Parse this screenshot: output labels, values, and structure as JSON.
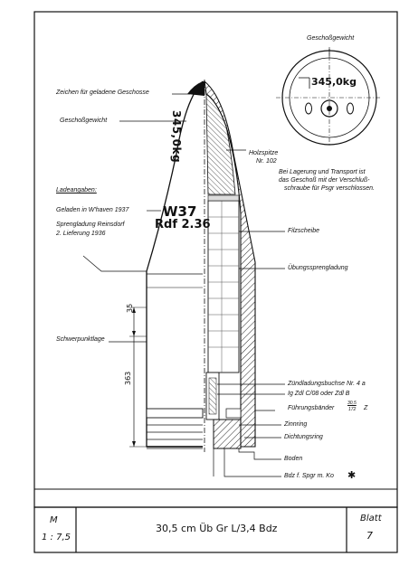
{
  "drawing": {
    "labels": {
      "zeichen": "Zeichen für geladene Geschosse",
      "geschossgewicht_left": "Geschoßgewicht",
      "ladeangaben_title": "Ladeangaben:",
      "geladen": "Geladen in W'haven 1937",
      "sprengladung_1": "Sprengladung Reinsdorf",
      "sprengladung_2": "2. Lieferung 1936",
      "schwerpunkt": "Schwerpunktlage",
      "geschossgewicht_top": "Geschoßgewicht",
      "holzspitze_1": "Holzspitze",
      "holzspitze_2": "Nr. 102",
      "lagerung_1": "Bei Lagerung und Transport ist",
      "lagerung_2": "das Geschoß mit der Verschluß-",
      "lagerung_3": "schraube für Psgr verschlossen.",
      "filzscheibe": "Filzscheibe",
      "uebung": "Übungssprengladung",
      "zuend": "Zündladungsbuchse Nr. 4 a",
      "zdl": "Ig Zdl C/08 oder Zdl B",
      "fuehrung": "Führungsbänder",
      "fuehrung_frac_num": "30,5",
      "fuehrung_frac_den": "172",
      "fuehrung_suffix": "Z",
      "zinnring": "Zinnring",
      "dichtung": "Dichtungsring",
      "boden": "Boden",
      "bdz": "Bdz f. Spgr m. Ko"
    },
    "markings": {
      "weight": "345,0kg",
      "w37": "W37",
      "rdf": "Rdf 2.36",
      "circle_weight": "345,0kg"
    },
    "dims": {
      "d35": "35",
      "d363": "363"
    }
  },
  "title_block": {
    "m_label": "M",
    "scale": "1 : 7,5",
    "title": "30,5 cm Üb Gr L/3,4 Bdz",
    "blatt_label": "Blatt",
    "blatt_number": "7"
  }
}
